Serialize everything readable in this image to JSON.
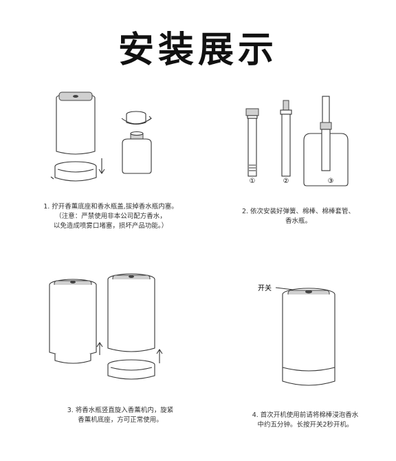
{
  "title": "安装展示",
  "steps": [
    {
      "lines": [
        "1. 拧开香薰底座和香水瓶盖,拔掉香水瓶内塞。",
        "（注意：严禁使用非本公司配方香水，",
        "以免造成喷雾口堵塞，损坏产品功能。）"
      ]
    },
    {
      "lines": [
        "2. 依次安装好弹簧、棉棒、棉棒套管、",
        "香水瓶。"
      ],
      "markers": [
        "①",
        "②",
        "③"
      ]
    },
    {
      "lines": [
        "3. 将香水瓶竖直旋入香薰机内，旋紧",
        "香薰机底座，方可正常使用。"
      ]
    },
    {
      "lines": [
        "4. 首次开机使用前请将棉棒浸泡香水",
        "中约五分钟。长按开关2秒开机。"
      ],
      "switch_label": "开关"
    }
  ]
}
